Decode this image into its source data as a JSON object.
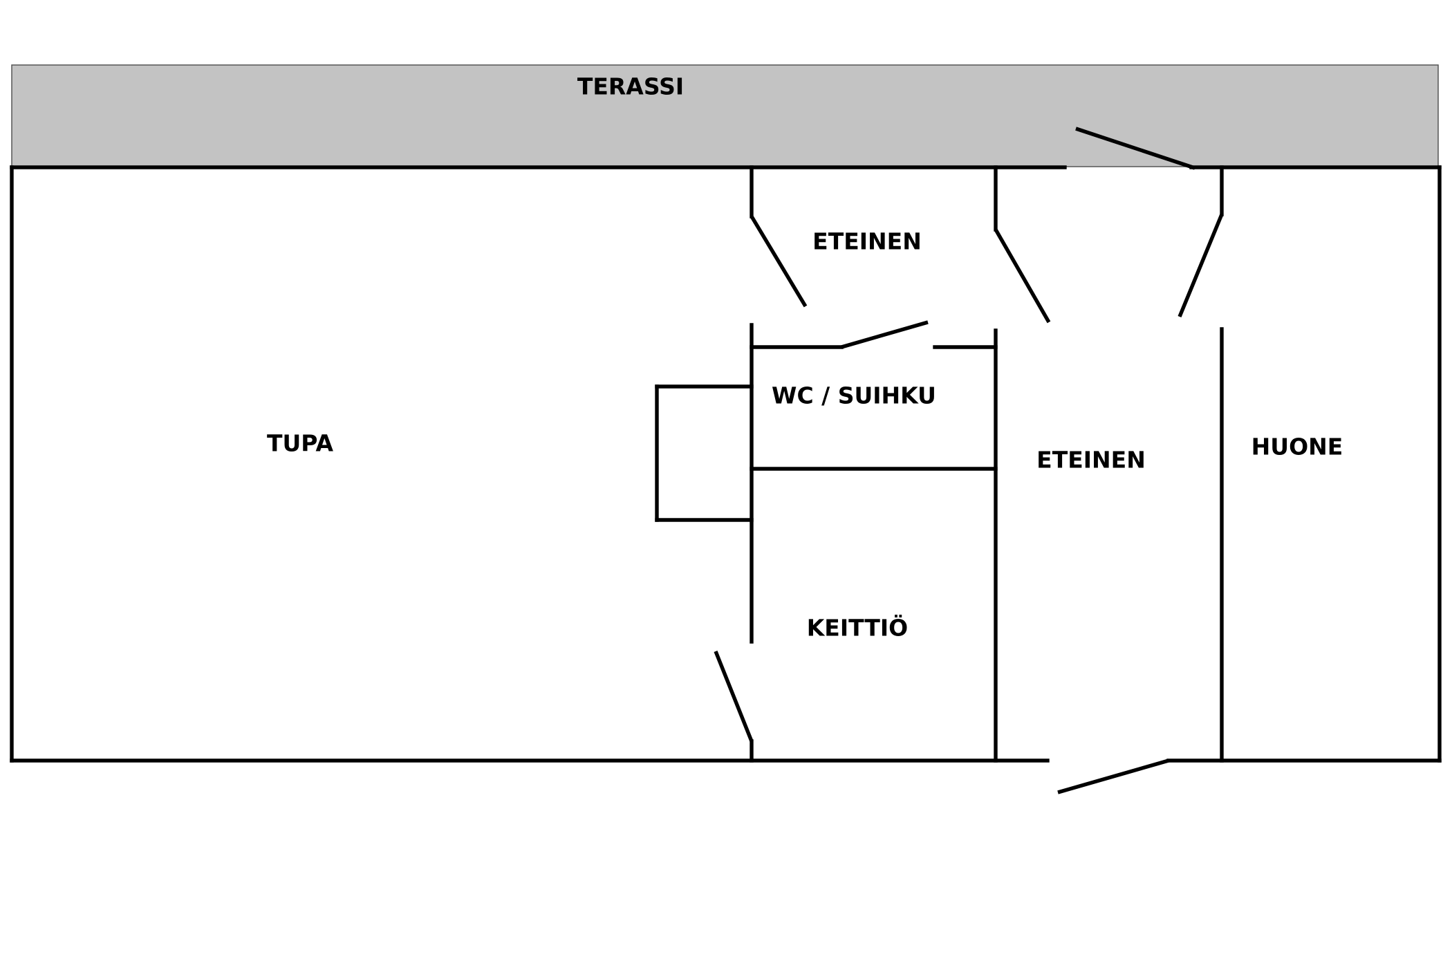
{
  "colors": {
    "background": "#ffffff",
    "wall": "#000000",
    "terrace_fill": "#c3c3c3",
    "terrace_border": "#555555"
  },
  "rooms": {
    "terrace": "TERASSI",
    "hall_upper": "ETEINEN",
    "wc_shower": "WC / SUIHKU",
    "living_room": "TUPA",
    "hall_main": "ETEINEN",
    "room": "HUONE",
    "kitchen": "KEITTIÖ"
  }
}
